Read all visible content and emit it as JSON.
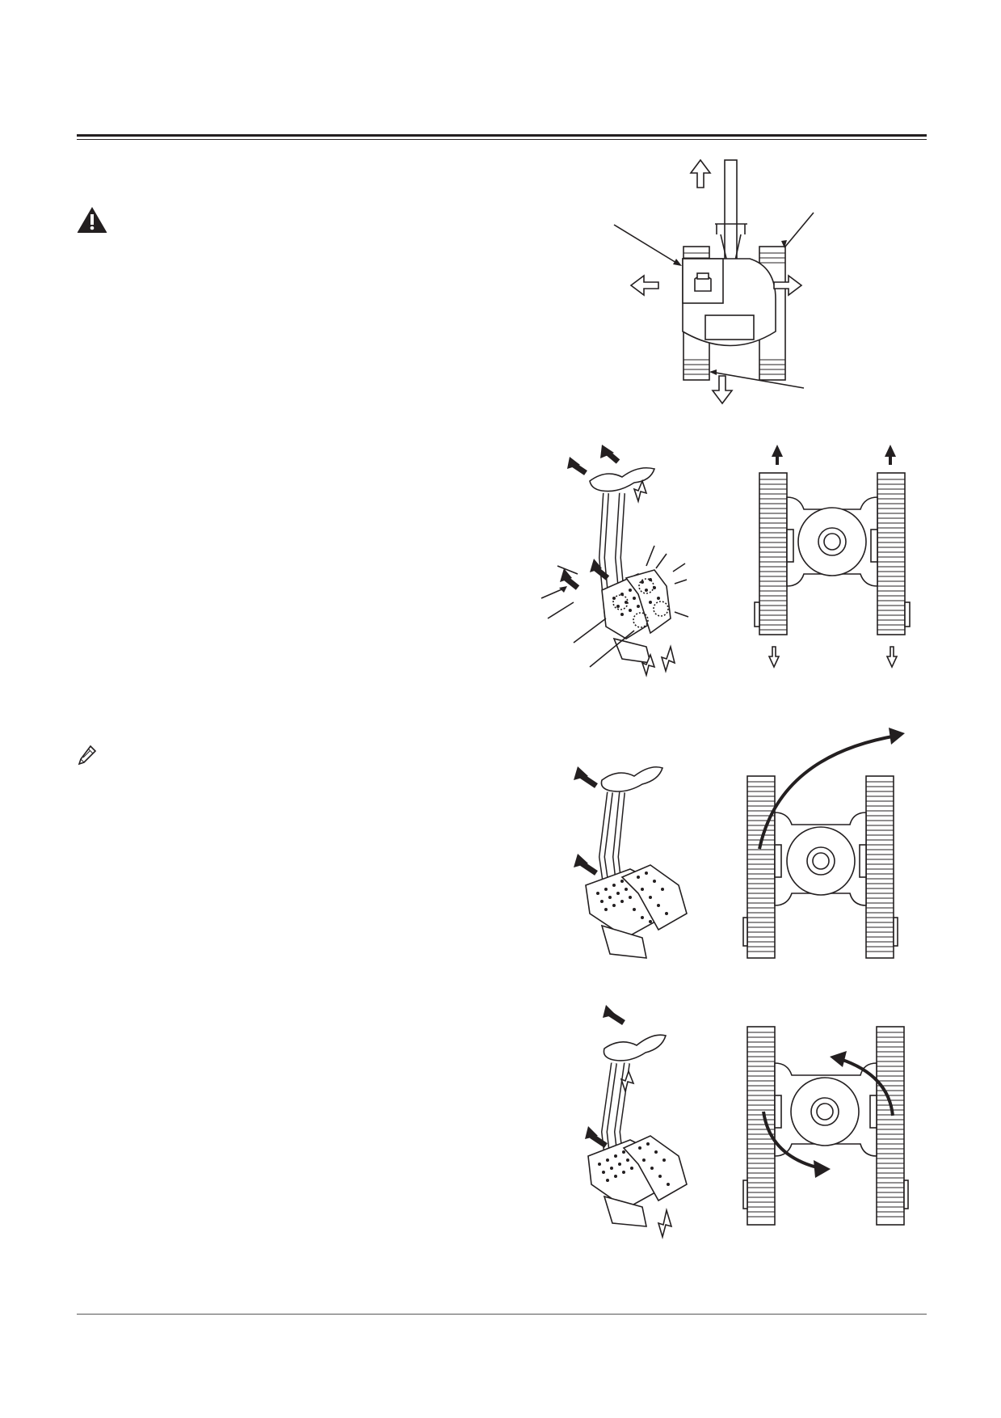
{
  "page": {
    "header_rule": "double-line",
    "footer_rule": "single-line"
  },
  "icons": {
    "warning": "warning-triangle-icon",
    "note": "pencil-note-icon"
  },
  "figures": [
    {
      "name": "machine-top-view",
      "description_visible": false
    },
    {
      "name": "travel-pedals-forward"
    },
    {
      "name": "undercarriage-straight-travel"
    },
    {
      "name": "travel-lever-pivot-turn"
    },
    {
      "name": "undercarriage-pivot-turn"
    },
    {
      "name": "travel-lever-spin-turn"
    },
    {
      "name": "undercarriage-spin-turn"
    }
  ]
}
